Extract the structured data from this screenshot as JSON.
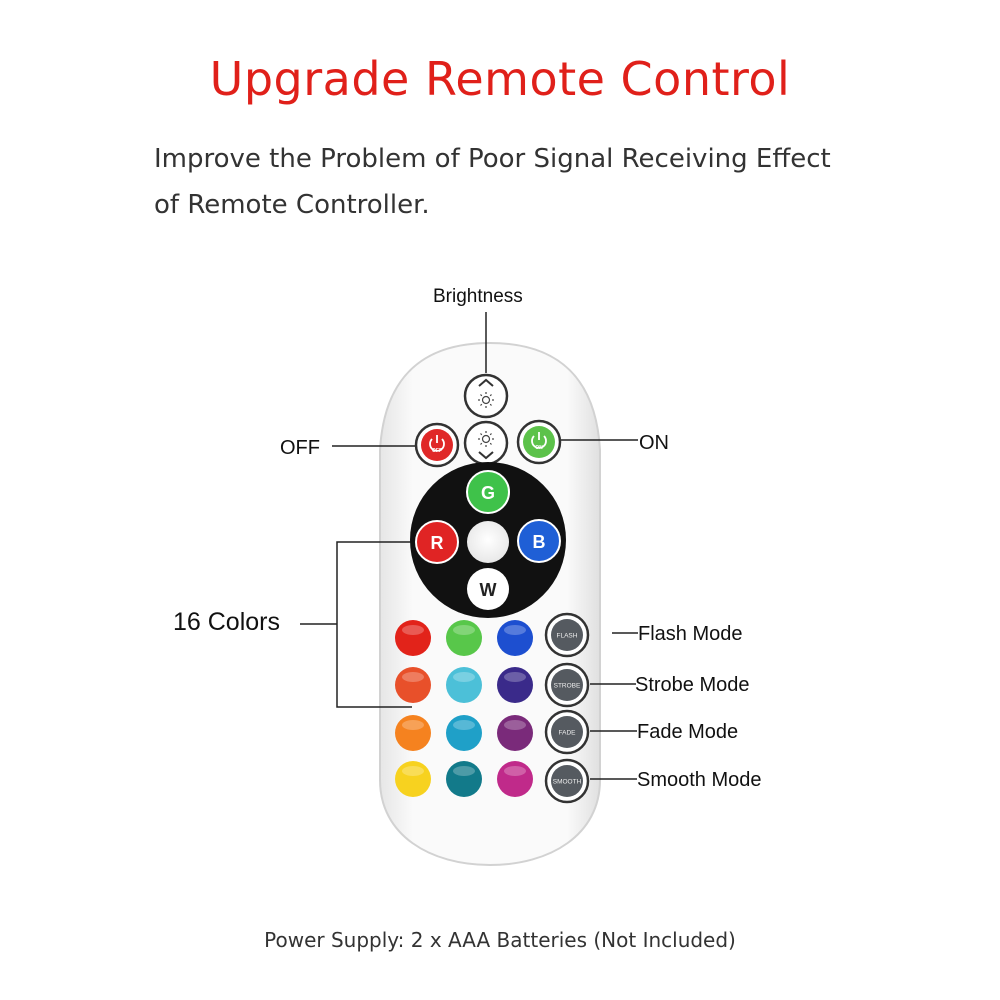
{
  "header": {
    "title": "Upgrade Remote Control",
    "subtitle_line1": "Improve the Problem of Poor Signal Receiving Effect",
    "subtitle_line2": "of Remote Controller."
  },
  "callouts": {
    "brightness": "Brightness",
    "off": "OFF",
    "on": "ON",
    "colors": "16 Colors",
    "flash": "Flash Mode",
    "strobe": "Strobe Mode",
    "fade": "Fade Mode",
    "smooth": "Smooth Mode"
  },
  "remote": {
    "brightness_up_icon": "sun-up-icon",
    "brightness_down_icon": "sun-down-icon",
    "off_button": {
      "text": "OFF",
      "color": "#e02828"
    },
    "on_button": {
      "text": "ON",
      "color": "#5cc24a"
    },
    "main_buttons": {
      "g": {
        "text": "G",
        "color": "#3fc24a"
      },
      "r": {
        "text": "R",
        "color": "#e02424"
      },
      "b": {
        "text": "B",
        "color": "#1f5fd6"
      },
      "w": {
        "text": "W",
        "color": "#ffffff"
      }
    },
    "color_grid": [
      [
        "#e2231a",
        "#58c74a",
        "#1d4fd0"
      ],
      [
        "#e8502a",
        "#4cc0d8",
        "#3a2a8a"
      ],
      [
        "#f5821f",
        "#1fa0c8",
        "#7a2a7a"
      ],
      [
        "#f7d21f",
        "#127a8a",
        "#c02a8a"
      ]
    ],
    "mode_buttons": [
      "FLASH",
      "STROBE",
      "FADE",
      "SMOOTH"
    ]
  },
  "footer": {
    "text": "Power Supply: 2 x AAA Batteries (Not Included)"
  }
}
